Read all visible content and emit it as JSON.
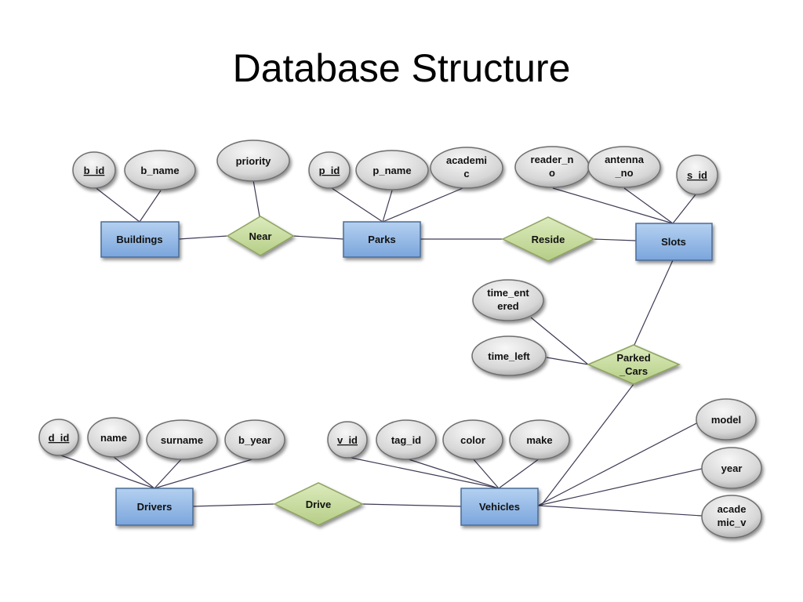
{
  "title": "Database Structure",
  "diagram": {
    "entities": {
      "buildings": "Buildings",
      "parks": "Parks",
      "slots": "Slots",
      "drivers": "Drivers",
      "vehicles": "Vehicles"
    },
    "relationships": {
      "near": "Near",
      "reside": "Reside",
      "parked_cars_1": "Parked",
      "parked_cars_2": "_Cars",
      "drive": "Drive"
    },
    "attributes": {
      "b_id": "b_id",
      "b_name": "b_name",
      "priority": "priority",
      "p_id": "p_id",
      "p_name": "p_name",
      "academic_1": "academi",
      "academic_2": "c",
      "reader_no_1": "reader_n",
      "reader_no_2": "o",
      "antenna_no_1": "antenna",
      "antenna_no_2": "_no",
      "s_id": "s_id",
      "time_entered_1": "time_ent",
      "time_entered_2": "ered",
      "time_left": "time_left",
      "d_id": "d_id",
      "name": "name",
      "surname": "surname",
      "b_year": "b_year",
      "v_id": "v_id",
      "tag_id": "tag_id",
      "color": "color",
      "make": "make",
      "model": "model",
      "year": "year",
      "academic_v_1": "acade",
      "academic_v_2": "mic_v"
    }
  }
}
